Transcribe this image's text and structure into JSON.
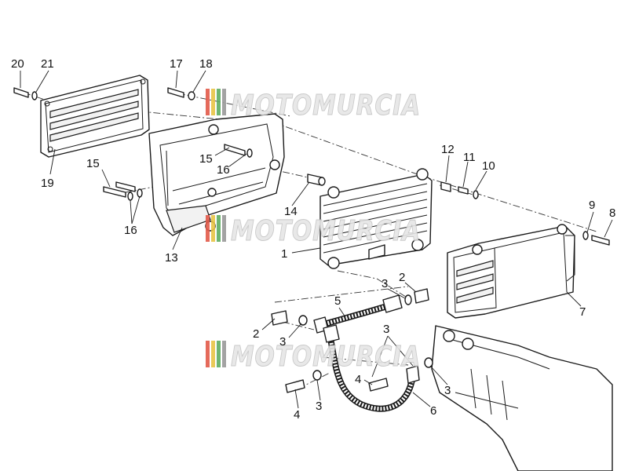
{
  "watermark": {
    "text": "MOTOMURCIA",
    "stripe_colors": [
      "#e35a4a",
      "#e8c547",
      "#5fae62",
      "#9a9a9a"
    ]
  },
  "callouts": [
    {
      "id": "c20a",
      "label": "20"
    },
    {
      "id": "c21",
      "label": "21"
    },
    {
      "id": "c17",
      "label": "17"
    },
    {
      "id": "c18",
      "label": "18"
    },
    {
      "id": "c19",
      "label": "19"
    },
    {
      "id": "c15a",
      "label": "15"
    },
    {
      "id": "c16a",
      "label": "16"
    },
    {
      "id": "c15b",
      "label": "15"
    },
    {
      "id": "c16b",
      "label": "16"
    },
    {
      "id": "c14",
      "label": "14"
    },
    {
      "id": "c13",
      "label": "13"
    },
    {
      "id": "c12",
      "label": "12"
    },
    {
      "id": "c11",
      "label": "11"
    },
    {
      "id": "c10",
      "label": "10"
    },
    {
      "id": "c9",
      "label": "9"
    },
    {
      "id": "c8",
      "label": "8"
    },
    {
      "id": "c1",
      "label": "1"
    },
    {
      "id": "c7",
      "label": "7"
    },
    {
      "id": "c3a",
      "label": "3"
    },
    {
      "id": "c2a",
      "label": "2"
    },
    {
      "id": "c5",
      "label": "5"
    },
    {
      "id": "c2b",
      "label": "2"
    },
    {
      "id": "c3b",
      "label": "3"
    },
    {
      "id": "c3c",
      "label": "3"
    },
    {
      "id": "c4a",
      "label": "4"
    },
    {
      "id": "c4b",
      "label": "4"
    },
    {
      "id": "c3d",
      "label": "3"
    },
    {
      "id": "c3e",
      "label": "3"
    },
    {
      "id": "c6",
      "label": "6"
    }
  ]
}
